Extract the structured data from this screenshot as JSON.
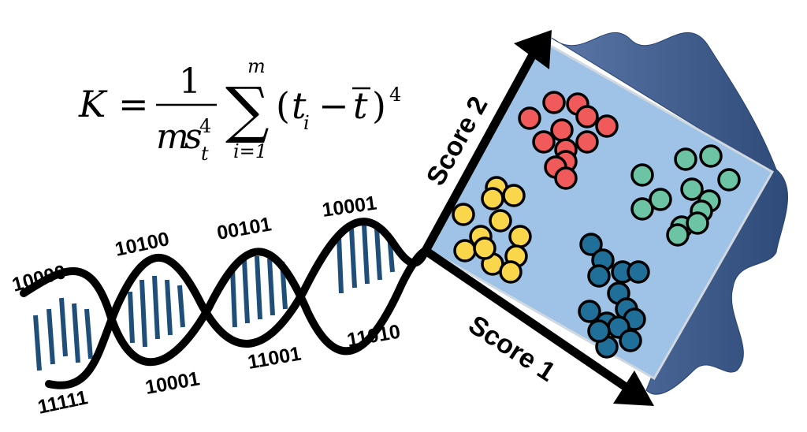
{
  "formula": {
    "lhs": "K",
    "equals": "=",
    "numerator": "1",
    "denominator_m": "m",
    "denominator_s": "s",
    "denominator_sub": "t",
    "denominator_sup": "4",
    "sum_symbol": "∑",
    "sum_upper": "m",
    "sum_lower": "i=1",
    "open_paren": "(",
    "t_var": "t",
    "t_sub": "i",
    "minus": "−",
    "t_bar": "t",
    "close_paren": ")",
    "power": "4"
  },
  "dna": {
    "top_binary": [
      "10000",
      "10100",
      "00101",
      "10001"
    ],
    "bottom_binary": [
      "11111",
      "10001",
      "11001",
      "11010"
    ]
  },
  "axes": {
    "score1_label": "Score 1",
    "score2_label": "Score 2"
  },
  "colors": {
    "strand": "#000000",
    "rungs": "#1f4e79",
    "plot_bg": "#9fc3e7",
    "wave": "#3d5a87",
    "cluster_red": "#f05a5a",
    "cluster_teal": "#6cc4a4",
    "cluster_yellow": "#fad64b",
    "cluster_blue": "#1f6f99"
  },
  "clusters": [
    {
      "name": "red",
      "count": 12
    },
    {
      "name": "teal",
      "count": 12
    },
    {
      "name": "yellow",
      "count": 12
    },
    {
      "name": "blue",
      "count": 14
    }
  ]
}
